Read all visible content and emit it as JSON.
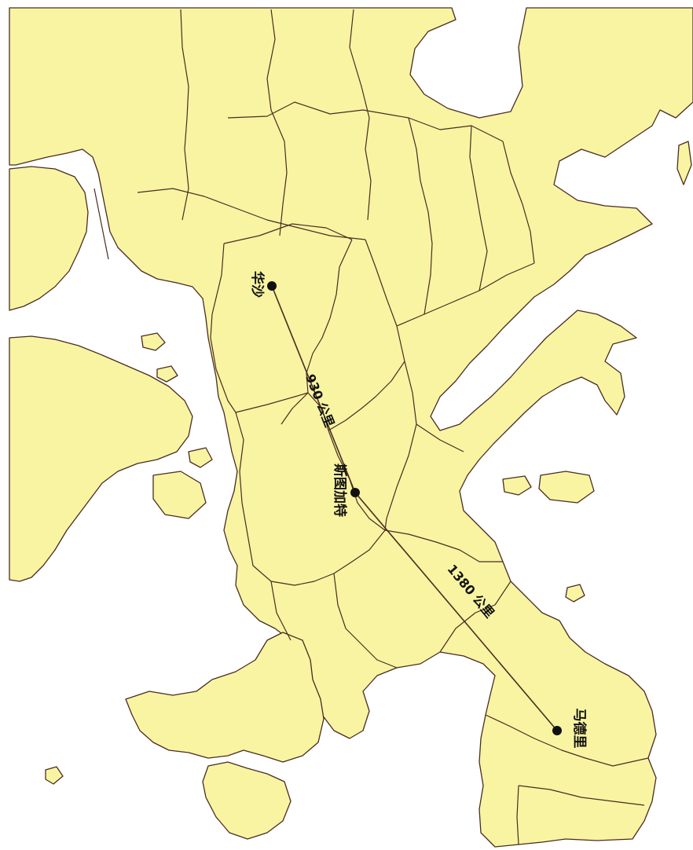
{
  "colors": {
    "land": "#f8f4a2",
    "sea": "#ffffff",
    "border": "#4a2c22",
    "route": "#4a2c22",
    "city": "#111111"
  },
  "cities": [
    {
      "id": "warsaw",
      "label": "华沙"
    },
    {
      "id": "stuttgart",
      "label": "斯图加特"
    },
    {
      "id": "madrid",
      "label": "马德里"
    }
  ],
  "routes": [
    {
      "id": "warsaw-stuttgart",
      "label": "930 公里"
    },
    {
      "id": "stuttgart-madrid",
      "label": "1380 公里"
    }
  ]
}
